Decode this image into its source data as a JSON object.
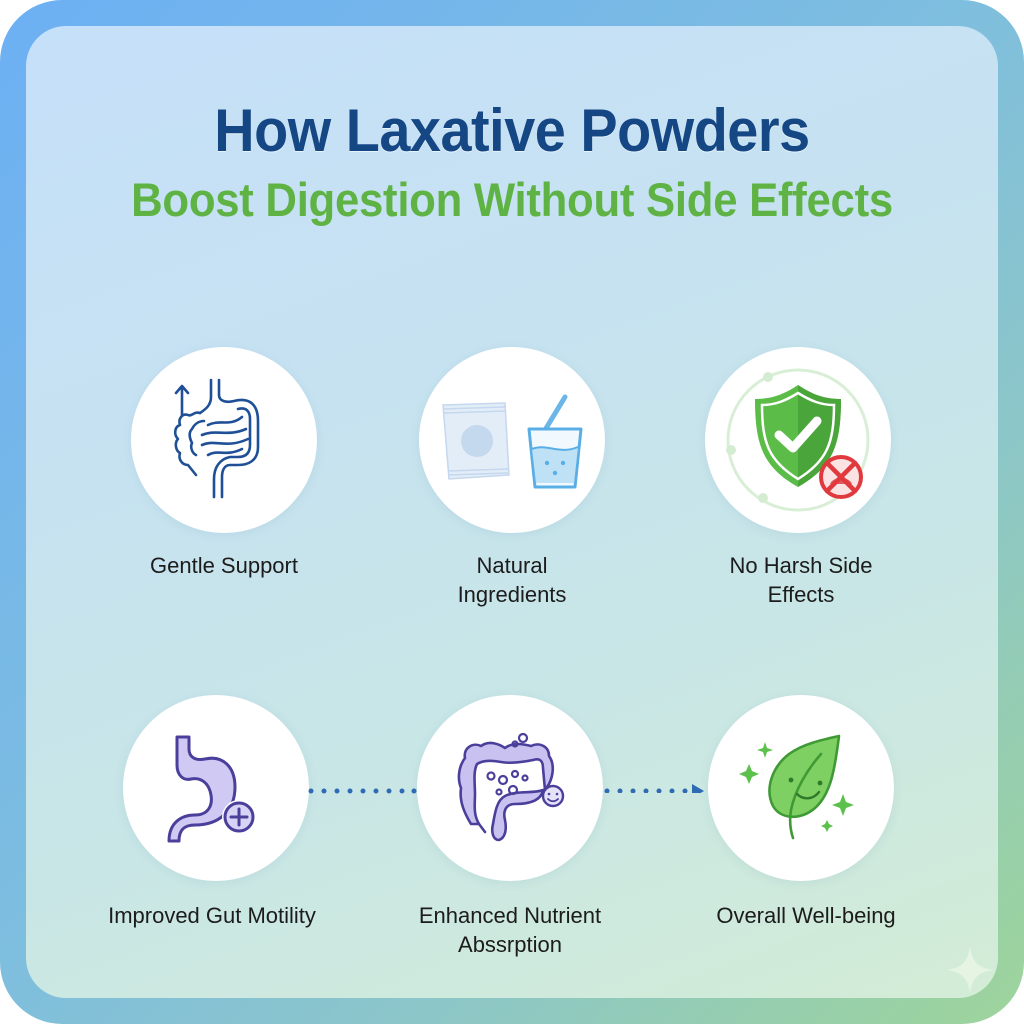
{
  "header": {
    "title": "How Laxative Powders",
    "subtitle": "Boost Digestion Without Side Effects"
  },
  "colors": {
    "title": "#164785",
    "subtitle": "#5fb344",
    "icon_blue": "#1f4f96",
    "icon_purple": "#4a3f9a",
    "icon_purple_fill": "#cbc6f2",
    "icon_green": "#5cc14c",
    "icon_light_blue": "#5aaee6",
    "connector": "#2e6bb3",
    "warning_red": "#e03a3e"
  },
  "features": [
    {
      "id": "gentle-support",
      "icon": "intestine-icon",
      "label_lines": [
        "Gentle Support"
      ]
    },
    {
      "id": "natural-ingredients",
      "icon": "powder-sachet-glass-icon",
      "label_lines": [
        "Natural",
        "Ingredients"
      ]
    },
    {
      "id": "no-harsh-side-effects",
      "icon": "shield-check-icon",
      "label_lines": [
        "No Harsh Side",
        "Effects"
      ]
    },
    {
      "id": "improved-gut-motility",
      "icon": "stomach-plus-icon",
      "label_lines": [
        "Improved Gut Motility"
      ]
    },
    {
      "id": "enhanced-nutrient-absorption",
      "icon": "colon-smiley-icon",
      "label_lines": [
        "Enhanced Nutrient",
        "Abssrption"
      ]
    },
    {
      "id": "overall-well-being",
      "icon": "smiling-leaf-icon",
      "label_lines": [
        "Overall Well-being"
      ]
    }
  ],
  "connectors": [
    {
      "from": "improved-gut-motility",
      "to": "enhanced-nutrient-absorption",
      "style": "dotted",
      "arrow": false
    },
    {
      "from": "enhanced-nutrient-absorption",
      "to": "overall-well-being",
      "style": "dotted",
      "arrow": true
    }
  ],
  "decorations": [
    "corner-sparkle-icon"
  ]
}
